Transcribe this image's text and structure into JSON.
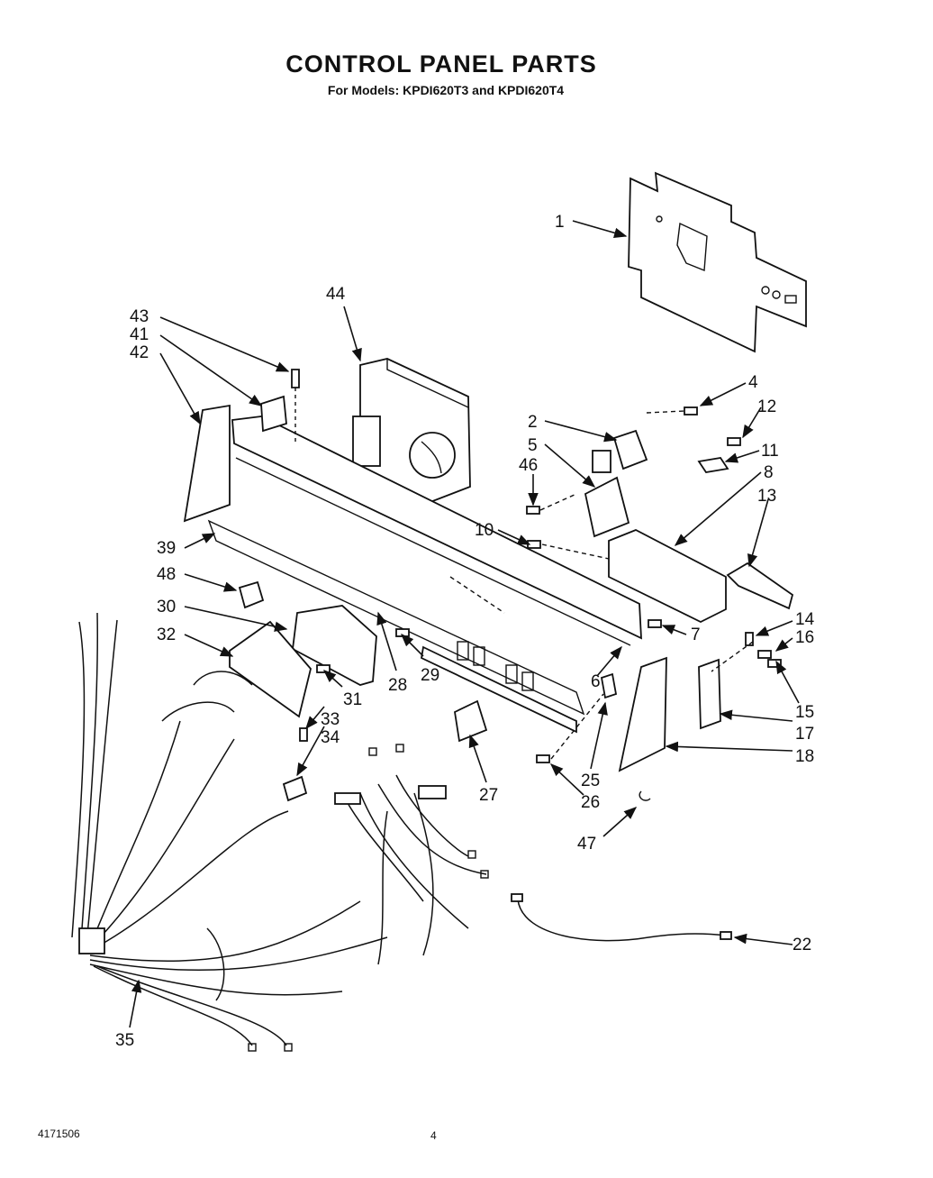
{
  "title": "CONTROL PANEL PARTS",
  "subtitle": "For Models: KPDI620T3 and KPDI620T4",
  "footer": {
    "doc_number": "4171506",
    "page_number": "4"
  },
  "callouts": [
    "1",
    "44",
    "43",
    "41",
    "42",
    "4",
    "12",
    "2",
    "11",
    "5",
    "8",
    "46",
    "13",
    "10",
    "39",
    "48",
    "30",
    "32",
    "14",
    "16",
    "7",
    "6",
    "28",
    "29",
    "31",
    "33",
    "34",
    "15",
    "17",
    "18",
    "27",
    "25",
    "26",
    "47",
    "22",
    "35"
  ]
}
